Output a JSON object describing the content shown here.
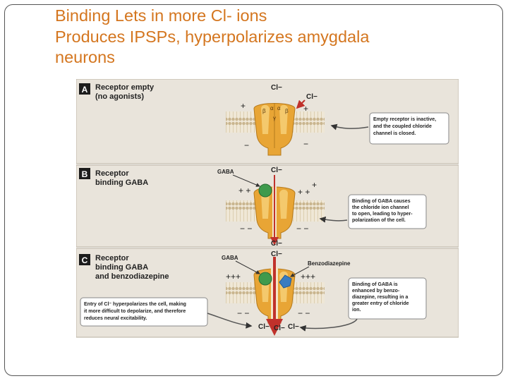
{
  "slide": {
    "title_lines": [
      "Binding Lets in more Cl- ions",
      "Produces IPSPs, hyperpolarizes amygdala",
      "neurons"
    ]
  },
  "figure": {
    "panels": [
      {
        "letter": "A",
        "title_lines": [
          "Receptor empty",
          "(no agonists)"
        ],
        "ion_labels": [
          "Cl−",
          "Cl−"
        ],
        "subunit_labels": [
          "β",
          "α",
          "α",
          "β",
          "γ"
        ],
        "plus_signs": [
          "+",
          "+"
        ],
        "minus_signs": [
          "−",
          "−"
        ],
        "callout_lines": [
          "Empty receptor is inactive,",
          "and the coupled chloride",
          "channel is closed."
        ]
      },
      {
        "letter": "B",
        "title_lines": [
          "Receptor",
          "binding GABA"
        ],
        "ligand_label": "GABA",
        "ion_labels": [
          "Cl−",
          "Cl−"
        ],
        "plus_signs": [
          "+ +",
          "+ +",
          "+"
        ],
        "minus_signs": [
          "− −",
          "− −"
        ],
        "callout_lines": [
          "Binding of GABA causes",
          "the chloride ion channel",
          "to open, leading to hyper-",
          "polarization of the cell."
        ]
      },
      {
        "letter": "C",
        "title_lines": [
          "Receptor",
          "binding GABA",
          "and benzodiazepine"
        ],
        "ligand_labels": [
          "GABA",
          "Benzodiazepine"
        ],
        "ion_labels": [
          "Cl−",
          "Cl−",
          "Cl−",
          "Cl−"
        ],
        "plus_signs": [
          "+++",
          "+++"
        ],
        "minus_signs": [
          "− −",
          "− −"
        ],
        "callout_right_lines": [
          "Binding of GABA is",
          "enhanced by benzo-",
          "diazepine, resulting in a",
          "greater entry of chloride",
          "ion."
        ],
        "callout_left_lines": [
          "Entry of Cl⁻ hyperpolarizes the cell, making",
          "it more difficult to depolarize, and therefore",
          "reduces neural excitability."
        ]
      }
    ],
    "colors": {
      "panel_bg": "#e9e4db",
      "membrane": "#d9c9a8",
      "receptor": "#e8a535",
      "receptor_light": "#f6d27c",
      "gaba": "#3f9a4c",
      "benzodiazepine": "#3a7cc0",
      "arrow": "#c0312b",
      "letter_box": "#1c1c1c"
    }
  }
}
